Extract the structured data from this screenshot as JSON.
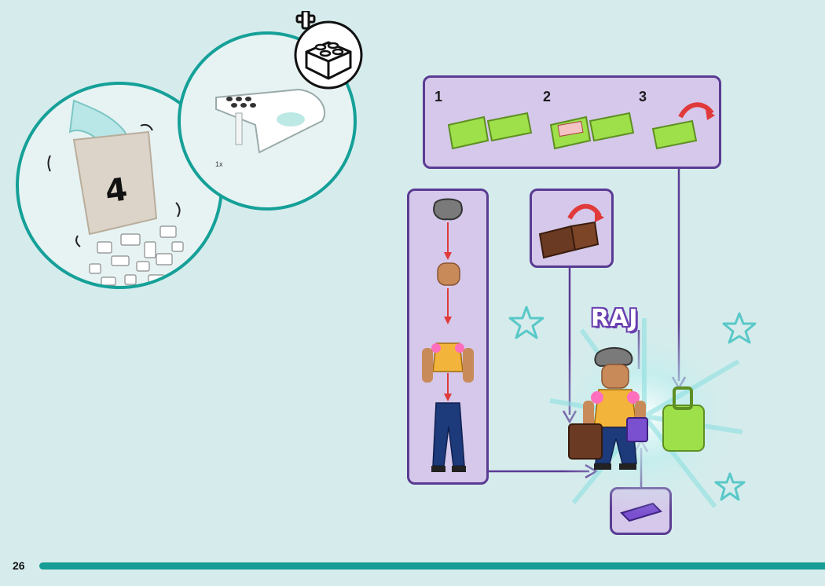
{
  "bag": {
    "number": "4"
  },
  "new_parts": {
    "count_label": "1x"
  },
  "steps": [
    {
      "label": "1"
    },
    {
      "label": "2"
    },
    {
      "label": "3"
    }
  ],
  "character": {
    "name": "RAJ"
  },
  "page": {
    "number": "26"
  },
  "colors": {
    "background": "#d6ecec",
    "teal_accent": "#15a098",
    "panel_fill": "#d5c8ea",
    "panel_border": "#5a3b93",
    "arrow": "#5a3b93",
    "assembly_arrow": "#e03a3a",
    "suitcase_green": "#9ee04a",
    "suitcase_brown": "#6b3a22",
    "star": "#5ac8c8"
  }
}
